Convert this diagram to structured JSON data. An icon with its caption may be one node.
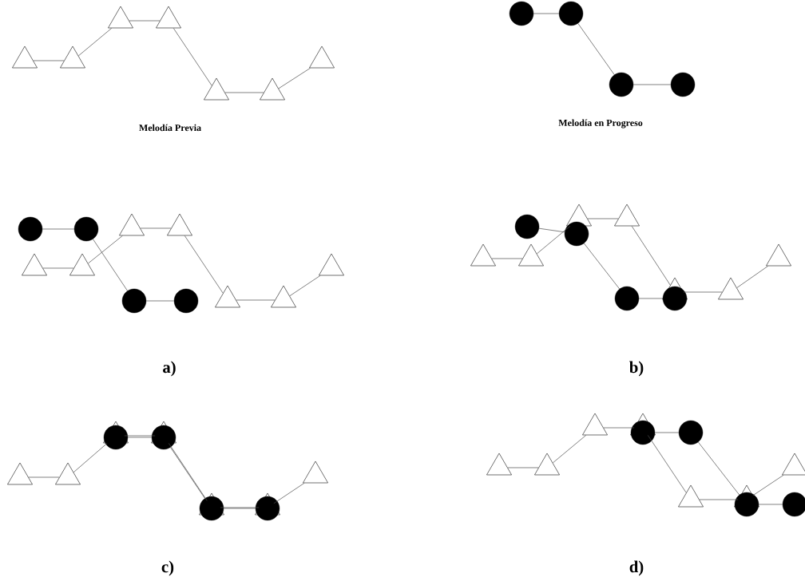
{
  "diagram": {
    "nodes": [
      {
        "text": [],
        "shape": "triangle"
      },
      {
        "text": [],
        "shape": "triangle"
      },
      {
        "text": [],
        "shape": "triangle"
      },
      {
        "text": [],
        "shape": "triangle"
      },
      {
        "text": [],
        "shape": "triangle"
      },
      {
        "text": [],
        "shape": "triangle"
      },
      {
        "text": [],
        "shape": "triangle"
      },
      {
        "text": [],
        "shape": "circle"
      },
      {
        "text": [],
        "shape": "circle"
      },
      {
        "text": [],
        "shape": "circle"
      },
      {
        "text": [],
        "shape": "circle"
      },
      {
        "text": [],
        "shape": "triangle"
      },
      {
        "text": [],
        "shape": "triangle"
      },
      {
        "text": [],
        "shape": "triangle"
      },
      {
        "text": [],
        "shape": "triangle"
      },
      {
        "text": [],
        "shape": "triangle"
      },
      {
        "text": [],
        "shape": "triangle"
      },
      {
        "text": [],
        "shape": "triangle"
      },
      {
        "text": [],
        "shape": "circle"
      },
      {
        "text": [],
        "shape": "circle"
      },
      {
        "text": [],
        "shape": "circle"
      },
      {
        "text": [],
        "shape": "circle"
      },
      {
        "text": [],
        "shape": "triangle"
      },
      {
        "text": [],
        "shape": "triangle"
      },
      {
        "text": [],
        "shape": "triangle"
      },
      {
        "text": [],
        "shape": "triangle"
      },
      {
        "text": [],
        "shape": "triangle"
      },
      {
        "text": [],
        "shape": "triangle"
      },
      {
        "text": [],
        "shape": "triangle"
      },
      {
        "text": [],
        "shape": "circle"
      },
      {
        "text": [],
        "shape": "circle"
      },
      {
        "text": [],
        "shape": "circle"
      },
      {
        "text": [],
        "shape": "circle"
      },
      {
        "text": [],
        "shape": "triangle"
      },
      {
        "text": [],
        "shape": "triangle"
      },
      {
        "text": [],
        "shape": "triangle"
      },
      {
        "text": [],
        "shape": "triangle"
      },
      {
        "text": [],
        "shape": "triangle"
      },
      {
        "text": [],
        "shape": "triangle"
      },
      {
        "text": [],
        "shape": "triangle"
      },
      {
        "text": [],
        "shape": "circle"
      },
      {
        "text": [],
        "shape": "circle"
      },
      {
        "text": [],
        "shape": "circle"
      },
      {
        "text": [],
        "shape": "circle"
      },
      {
        "text": [],
        "shape": "triangle"
      },
      {
        "text": [],
        "shape": "triangle"
      },
      {
        "text": [],
        "shape": "triangle"
      },
      {
        "text": [],
        "shape": "triangle"
      },
      {
        "text": [],
        "shape": "triangle"
      },
      {
        "text": [],
        "shape": "triangle"
      },
      {
        "text": [],
        "shape": "triangle"
      },
      {
        "text": [],
        "shape": "circle"
      },
      {
        "text": [],
        "shape": "circle"
      },
      {
        "text": [],
        "shape": "circle"
      },
      {
        "text": [],
        "shape": "circle"
      }
    ],
    "edges": [
      {
        "from": 0,
        "to": 1,
        "arrow": "none"
      },
      {
        "from": 1,
        "to": 2,
        "arrow": "none"
      },
      {
        "from": 2,
        "to": 3,
        "arrow": "none"
      },
      {
        "from": 3,
        "to": 4,
        "arrow": "none"
      },
      {
        "from": 4,
        "to": 5,
        "arrow": "none"
      },
      {
        "from": 5,
        "to": 6,
        "arrow": "none"
      },
      {
        "from": 7,
        "to": 8,
        "arrow": "none"
      },
      {
        "from": 8,
        "to": 9,
        "arrow": "none"
      },
      {
        "from": 9,
        "to": 10,
        "arrow": "none"
      },
      {
        "from": 11,
        "to": 12,
        "arrow": "none"
      },
      {
        "from": 12,
        "to": 13,
        "arrow": "none"
      },
      {
        "from": 13,
        "to": 14,
        "arrow": "none"
      },
      {
        "from": 14,
        "to": 15,
        "arrow": "none"
      },
      {
        "from": 15,
        "to": 16,
        "arrow": "none"
      },
      {
        "from": 16,
        "to": 17,
        "arrow": "none"
      },
      {
        "from": 18,
        "to": 19,
        "arrow": "none"
      },
      {
        "from": 19,
        "to": 20,
        "arrow": "none"
      },
      {
        "from": 20,
        "to": 21,
        "arrow": "none"
      },
      {
        "from": 22,
        "to": 23,
        "arrow": "none"
      },
      {
        "from": 23,
        "to": 24,
        "arrow": "none"
      },
      {
        "from": 24,
        "to": 25,
        "arrow": "none"
      },
      {
        "from": 25,
        "to": 26,
        "arrow": "none"
      },
      {
        "from": 26,
        "to": 27,
        "arrow": "none"
      },
      {
        "from": 27,
        "to": 28,
        "arrow": "none"
      },
      {
        "from": 29,
        "to": 30,
        "arrow": "none"
      },
      {
        "from": 30,
        "to": 31,
        "arrow": "none"
      },
      {
        "from": 31,
        "to": 32,
        "arrow": "none"
      },
      {
        "from": 33,
        "to": 34,
        "arrow": "none"
      },
      {
        "from": 34,
        "to": 35,
        "arrow": "none"
      },
      {
        "from": 35,
        "to": 36,
        "arrow": "none"
      },
      {
        "from": 36,
        "to": 37,
        "arrow": "none"
      },
      {
        "from": 37,
        "to": 38,
        "arrow": "none"
      },
      {
        "from": 38,
        "to": 39,
        "arrow": "none"
      },
      {
        "from": 40,
        "to": 41,
        "arrow": "none"
      },
      {
        "from": 41,
        "to": 42,
        "arrow": "none"
      },
      {
        "from": 42,
        "to": 43,
        "arrow": "none"
      },
      {
        "from": 44,
        "to": 45,
        "arrow": "none"
      },
      {
        "from": 45,
        "to": 46,
        "arrow": "none"
      },
      {
        "from": 46,
        "to": 47,
        "arrow": "none"
      },
      {
        "from": 47,
        "to": 48,
        "arrow": "none"
      },
      {
        "from": 48,
        "to": 49,
        "arrow": "none"
      },
      {
        "from": 49,
        "to": 50,
        "arrow": "none"
      },
      {
        "from": 51,
        "to": 52,
        "arrow": "none"
      },
      {
        "from": 52,
        "to": 53,
        "arrow": "none"
      },
      {
        "from": 53,
        "to": 54,
        "arrow": "none"
      }
    ],
    "labels": [
      "Melodía Previa",
      "Melodía en Progreso",
      "a)",
      "b)",
      "c)",
      "d)"
    ]
  }
}
